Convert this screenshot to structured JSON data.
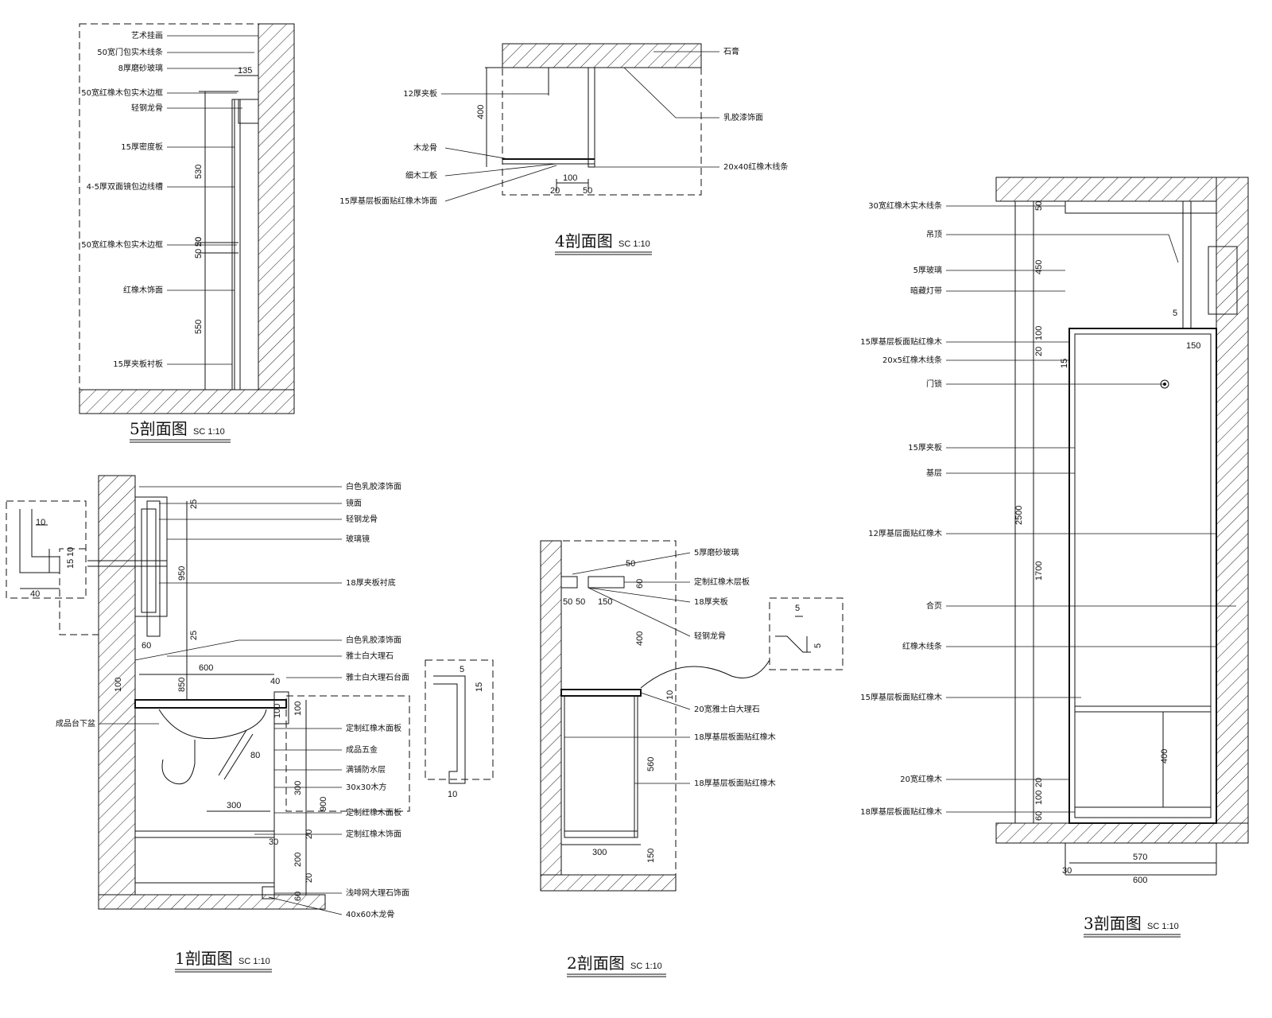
{
  "sections": [
    {
      "id": "s5",
      "title": "5剖面图",
      "scale": "SC 1:10",
      "labels": [
        "艺术挂画",
        "50宽门包实木线条",
        "8厚磨砂玻璃",
        "50宽红橡木包实木边框",
        "轻钢龙骨",
        "15厚密度板",
        "4-5厚双面镜包边线槽",
        "50宽红橡木包实木边框",
        "红橡木饰面",
        "15厚夹板衬板"
      ],
      "dims": [
        "135",
        "50",
        "530",
        "20",
        "50",
        "550"
      ]
    },
    {
      "id": "s4",
      "title": "4剖面图",
      "scale": "SC 1:10",
      "labels": [
        "石膏",
        "12厚夹板",
        "木龙骨",
        "细木工板",
        "15厚基层板面贴红橡木饰面",
        "20x40红橡木线条",
        "乳胶漆饰面"
      ],
      "dims": [
        "400",
        "100",
        "20",
        "50"
      ]
    },
    {
      "id": "s1",
      "title": "1剖面图",
      "scale": "SC 1:10",
      "labels": [
        "白色乳胶漆饰面",
        "镜面",
        "轻钢龙骨",
        "玻璃镜",
        "18厚夹板衬底",
        "白色乳胶漆饰面",
        "雅士白大理石",
        "雅士白大理石台面",
        "成品台下盆",
        "定制红橡木面板",
        "成品五金",
        "满铺防水层",
        "30x30木方",
        "定制红橡木面板",
        "定制红橡木饰面",
        "浅啡网大理石饰面",
        "40x60木龙骨"
      ],
      "dims": [
        "10",
        "15",
        "10",
        "40",
        "25",
        "950",
        "25",
        "60",
        "600",
        "850",
        "100",
        "40",
        "100",
        "80",
        "300",
        "300",
        "900",
        "20",
        "30",
        "200",
        "20",
        "60",
        "100",
        "5",
        "15",
        "10"
      ]
    },
    {
      "id": "s2",
      "title": "2剖面图",
      "scale": "SC 1:10",
      "labels": [
        "5厚磨砂玻璃",
        "定制红橡木层板",
        "18厚夹板",
        "轻钢龙骨",
        "20宽雅士白大理石",
        "18厚基层板面贴红橡木",
        "18厚基层板面贴红橡木"
      ],
      "dims": [
        "50",
        "50",
        "50",
        "150",
        "60",
        "400",
        "10",
        "560",
        "300",
        "150",
        "5",
        "5"
      ]
    },
    {
      "id": "s3",
      "title": "3剖面图",
      "scale": "SC 1:10",
      "labels": [
        "30宽红橡木实木线条",
        "吊顶",
        "5厚玻璃",
        "暗藏灯带",
        "15厚基层板面贴红橡木",
        "20x5红橡木线条",
        "门锁",
        "15厚夹板",
        "基层",
        "12厚基层面贴红橡木",
        "合页",
        "红橡木线条",
        "15厚基层板面贴红橡木",
        "20宽红橡木",
        "18厚基层板面贴红橡木"
      ],
      "dims": [
        "50",
        "450",
        "5",
        "100",
        "20",
        "150",
        "15",
        "2500",
        "1700",
        "400",
        "20",
        "100",
        "60",
        "570",
        "30",
        "600"
      ]
    }
  ]
}
